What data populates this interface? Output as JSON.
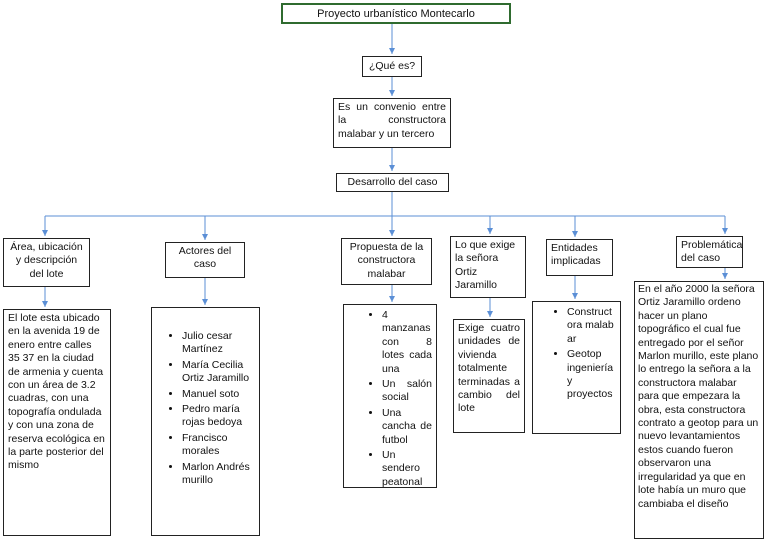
{
  "title": "Proyecto urbanístico Montecarlo",
  "question": "¿Qué es?",
  "definition": "Es un convenio entre la constructora malabar y un tercero",
  "development": "Desarrollo del caso",
  "branches": [
    {
      "heading": "Área, ubicación y descripción del lote",
      "detail_text": "El lote esta ubicado en la avenida 19 de enero entre calles 35 37 en la ciudad de armenia y cuenta con un área de 3.2 cuadras, con una topografía ondulada y con una zona de reserva ecológica en la parte posterior del mismo"
    },
    {
      "heading": "Actores del caso",
      "detail_items": [
        "Julio cesar Martínez",
        "María Cecilia Ortiz Jaramillo",
        "Manuel soto",
        "Pedro maría rojas bedoya",
        "Francisco morales",
        "Marlon Andrés murillo"
      ]
    },
    {
      "heading": "Propuesta de la constructora malabar",
      "detail_items": [
        "4 manzanas con 8 lotes cada una",
        "Un salón social",
        "Una cancha de futbol",
        "Un sendero peatonal"
      ]
    },
    {
      "heading": "Lo que exige la señora Ortiz Jaramillo",
      "detail_text": "Exige cuatro unidades de vivienda totalmente terminadas a cambio del lote"
    },
    {
      "heading": "Entidades implicadas",
      "detail_items": [
        "Constructora malabar",
        "Geotop ingeniería y proyectos"
      ]
    },
    {
      "heading": "Problemática del caso",
      "detail_text": "En el año 2000 la señora Ortiz Jaramillo ordeno hacer un plano topográfico el cual fue entregado por el señor Marlon murillo, este plano lo entrego la señora a la constructora malabar para que empezara la obra, esta constructora contrato a geotop para un nuevo levantamientos estos cuando fueron observaron una irregularidad ya que en lote había un muro que cambiaba el diseño"
    }
  ],
  "colors": {
    "connector": "#5b8fd6",
    "title_border": "#2f6b2f",
    "box_border": "#222222"
  }
}
